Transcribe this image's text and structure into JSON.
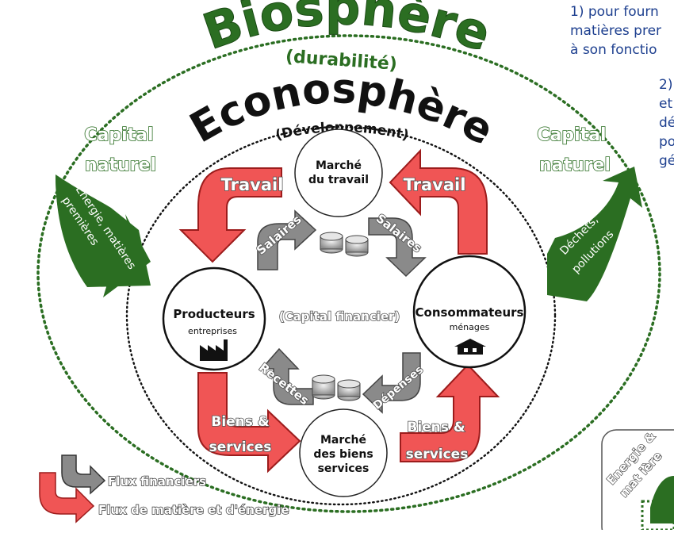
{
  "biosphere": {
    "title": "Biosphère",
    "subtitle": "(durabilité)"
  },
  "econosphere": {
    "title": "Econosphère",
    "subtitle": "(Développement)"
  },
  "nodes": {
    "labour_market": {
      "line1": "Marché",
      "line2": "du travail"
    },
    "producers": {
      "title": "Producteurs",
      "sub": "entreprises"
    },
    "consumers": {
      "title": "Consommateurs",
      "sub": "ménages"
    },
    "goods_market": {
      "line1": "Marché",
      "line2": "des biens",
      "line3": "services"
    }
  },
  "center_label": "(Capital financier)",
  "flows": {
    "travail_left": "Travail",
    "travail_right": "Travail",
    "salaires_left": "Salaires",
    "salaires_right": "Salaires",
    "recettes": "Recettes",
    "depenses": "Dépenses",
    "biens_left_1": "Biens &",
    "biens_left_2": "services",
    "biens_right_1": "Biens &",
    "biens_right_2": "services"
  },
  "natural_capital": {
    "left_1": "Capital",
    "left_2": "naturel",
    "right_1": "Capital",
    "right_2": "naturel",
    "energy_arrow_1": "Energie, matières",
    "energy_arrow_2": "premières",
    "waste_arrow_1": "Déchets,",
    "waste_arrow_2": "pollutions"
  },
  "legend": {
    "financial": "Flux financiers",
    "material": "Flux de matière et d'énergie"
  },
  "side_text": {
    "p1_line1": "1) pour fourn",
    "p1_line2": "matières prer",
    "p1_line3": "à son fonctio",
    "p2_line1": "2)",
    "p2_line2": "et",
    "p2_line3": "dé",
    "p2_line4": "po",
    "p2_line5": "gé"
  },
  "corner_box": {
    "line1": "Energie &",
    "line2": "mat ière"
  },
  "colors": {
    "green": "#2b6e22",
    "red": "#f05555",
    "red_stroke": "#9c1c1c",
    "grey": "#8a8a8a"
  }
}
